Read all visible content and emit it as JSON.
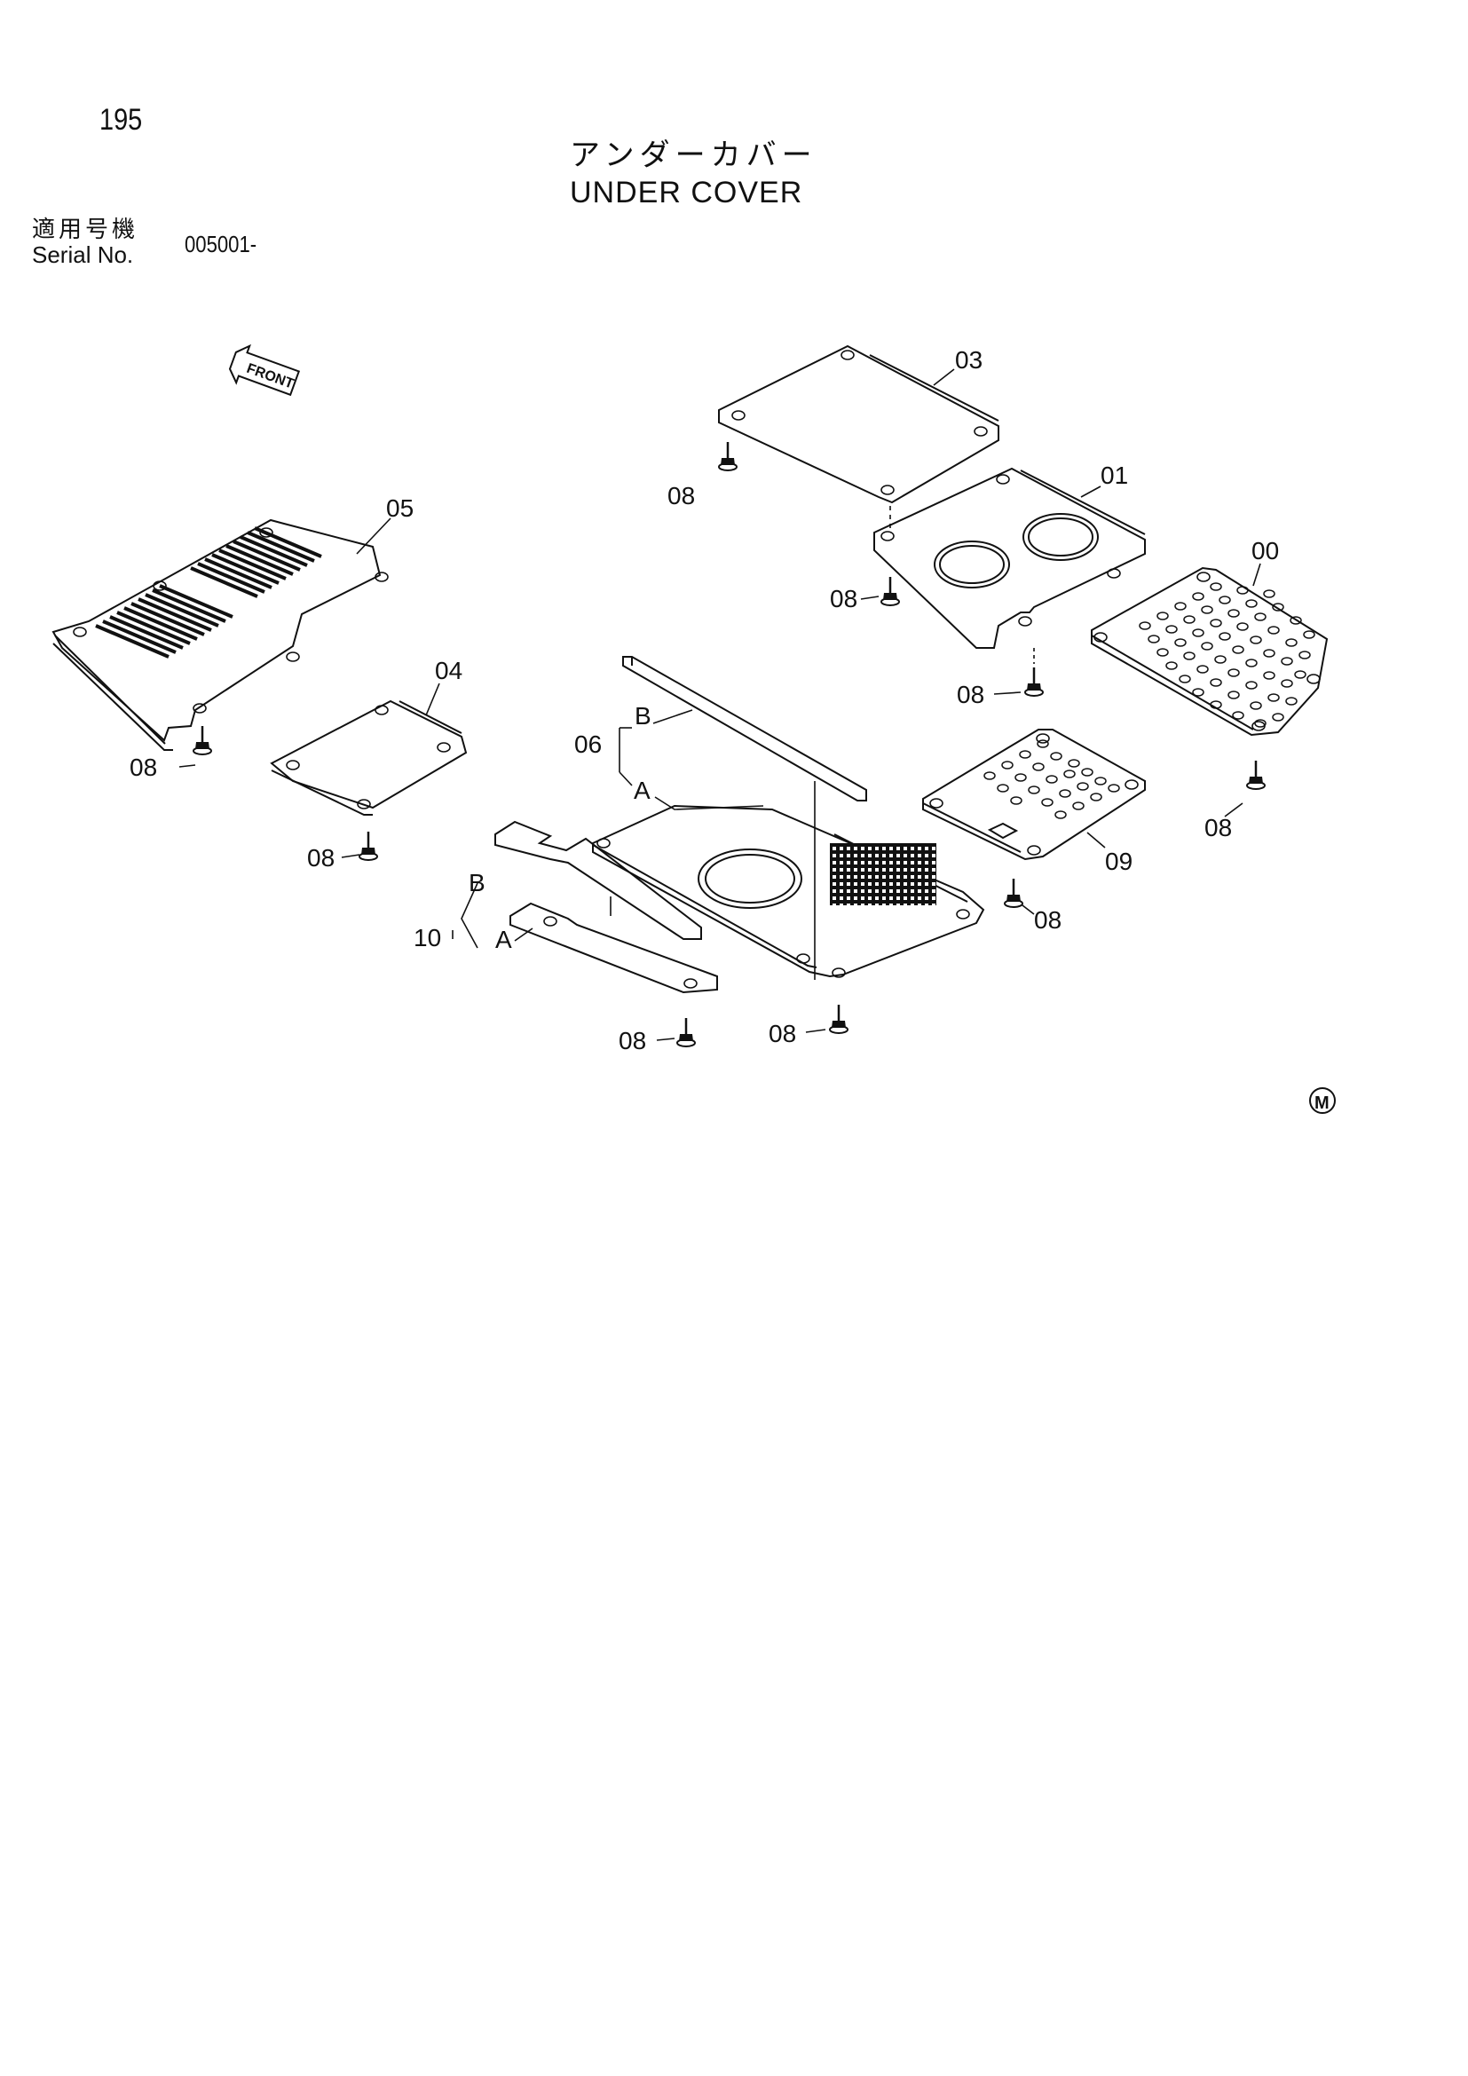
{
  "page_number": "195",
  "title": {
    "japanese": "アンダーカバー",
    "english": "UNDER COVER"
  },
  "serial": {
    "label_japanese": "適用号機",
    "label_english": "Serial No.",
    "value": "005001-"
  },
  "front_arrow_label": "FRONT",
  "callouts": {
    "c00": "00",
    "c01": "01",
    "c03": "03",
    "c04": "04",
    "c05": "05",
    "c06": "06",
    "c09": "09",
    "c10": "10",
    "bolt": "08",
    "sub_a": "A",
    "sub_b": "B"
  },
  "m_mark": "M"
}
